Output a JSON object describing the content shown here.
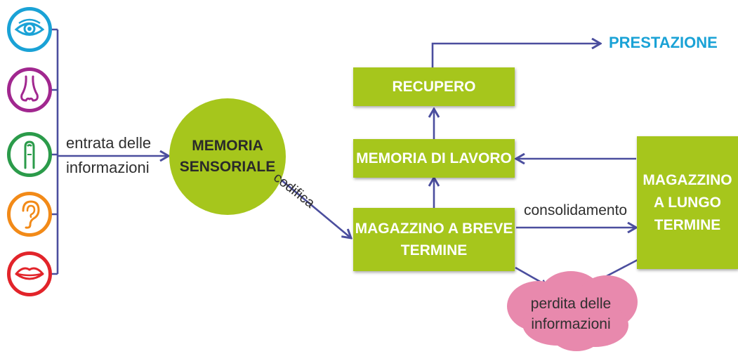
{
  "senses": [
    {
      "icon": "eye-icon",
      "color": "#1aa2d6"
    },
    {
      "icon": "nose-icon",
      "color": "#a1278f"
    },
    {
      "icon": "finger-touch-icon",
      "color": "#2b9b4a"
    },
    {
      "icon": "ear-icon",
      "color": "#f28a18"
    },
    {
      "icon": "mouth-icon",
      "color": "#e2242a"
    }
  ],
  "labels": {
    "input_line1": "entrata delle",
    "input_line2": "informazioni",
    "encoding": "codifica",
    "consolidation": "consolidamento",
    "output": "PRESTAZIONE"
  },
  "nodes": {
    "sensory_line1": "MEMORIA",
    "sensory_line2": "SENSORIALE",
    "retrieval": "RECUPERO",
    "working": "MEMORIA DI LAVORO",
    "short_term_line1": "MAGAZZINO A BREVE",
    "short_term_line2": "TERMINE",
    "long_term_line1": "MAGAZZINO",
    "long_term_line2": "A LUNGO",
    "long_term_line3": "TERMINE",
    "loss_line1": "perdita delle",
    "loss_line2": "informazioni"
  },
  "colors": {
    "box_green": "#a6c61c",
    "arrow_blue": "#4b4e9e",
    "loss_pink": "#e889ad",
    "output_blue": "#1aa2d6"
  }
}
